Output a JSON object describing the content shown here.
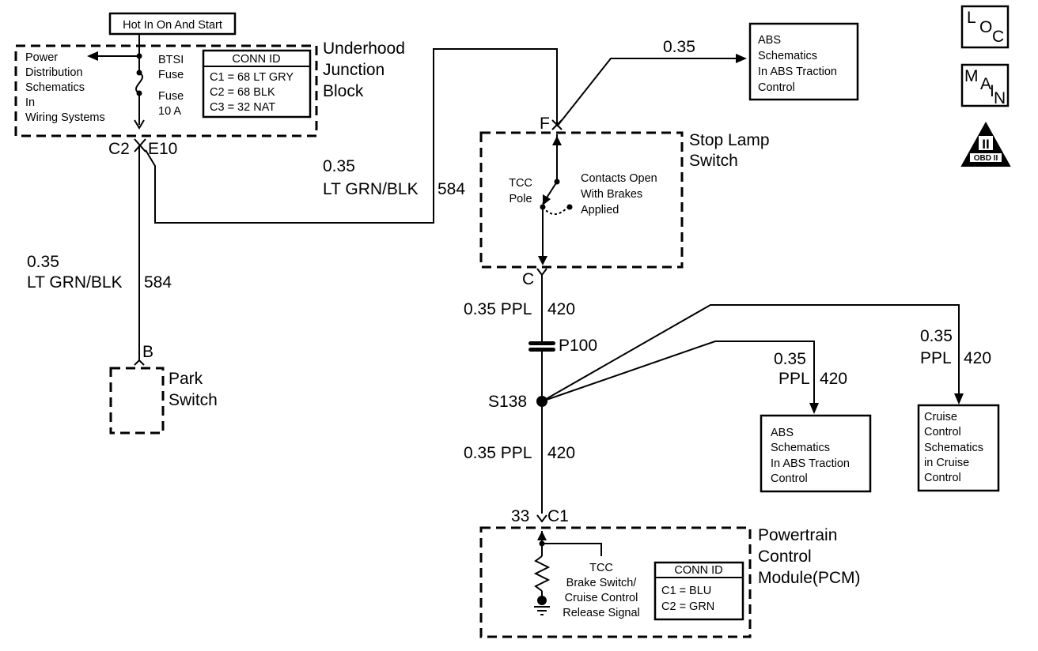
{
  "hot_in_label": "Hot In On And Start",
  "underhood_block": {
    "title": [
      "Underhood",
      "Junction",
      "Block"
    ],
    "power_dist_ref": [
      "Power",
      "Distribution",
      "Schematics",
      "In",
      "Wiring Systems"
    ],
    "fuse_name": [
      "BTSI",
      "Fuse"
    ],
    "fuse_rating": [
      "Fuse",
      "10 A"
    ],
    "conn_id": {
      "header": "CONN ID",
      "rows": [
        "C1 = 68 LT GRY",
        "C2 = 68 BLK",
        "C3 = 32 NAT"
      ]
    },
    "connector_left": "C2",
    "connector_right": "E10"
  },
  "wires": {
    "park_wire": {
      "gauge": "0.35",
      "color": "LT GRN/BLK",
      "circuit": "584"
    },
    "stop_wire": {
      "gauge": "0.35",
      "color": "LT GRN/BLK",
      "circuit": "584"
    },
    "abs_top_wire": {
      "gauge": "0.35"
    },
    "ppl_upper": {
      "gauge": "0.35 PPL",
      "circuit": "420"
    },
    "ppl_lower": {
      "gauge": "0.35 PPL",
      "circuit": "420"
    },
    "abs_branch": {
      "gauge": "0.35",
      "color": "PPL",
      "circuit": "420"
    },
    "cruise_branch": {
      "gauge": "0.35",
      "color": "PPL",
      "circuit": "420"
    }
  },
  "abs_top_box": [
    "ABS",
    "Schematics",
    "In ABS Traction",
    "Control"
  ],
  "abs_lower_box": [
    "ABS",
    "Schematics",
    "In ABS Traction",
    "Control"
  ],
  "cruise_box": [
    "Cruise",
    "Control",
    "Schematics",
    "in Cruise",
    "Control"
  ],
  "stop_lamp_switch": {
    "title": [
      "Stop Lamp",
      "Switch"
    ],
    "terminal_top": "F",
    "terminal_bottom": "C",
    "pole_label": [
      "TCC",
      "Pole"
    ],
    "contacts_note": [
      "Contacts Open",
      "With Brakes",
      "Applied"
    ]
  },
  "park_switch": {
    "title": [
      "Park",
      "Switch"
    ],
    "terminal": "B"
  },
  "connector_p100": "P100",
  "splice_s138": "S138",
  "pcm": {
    "title": [
      "Powertrain",
      "Control",
      "Module(PCM)"
    ],
    "pin": "33",
    "connector": "C1",
    "signal_label": [
      "TCC",
      "Brake Switch/",
      "Cruise Control",
      "Release Signal"
    ],
    "conn_id": {
      "header": "CONN ID",
      "rows": [
        "C1 = BLU",
        "C2 = GRN"
      ]
    }
  },
  "nav_icons": {
    "loc": [
      "L",
      "O",
      "C"
    ],
    "main": [
      "M",
      "A",
      "I",
      "N"
    ],
    "obd": [
      "II",
      "OBD II"
    ]
  }
}
